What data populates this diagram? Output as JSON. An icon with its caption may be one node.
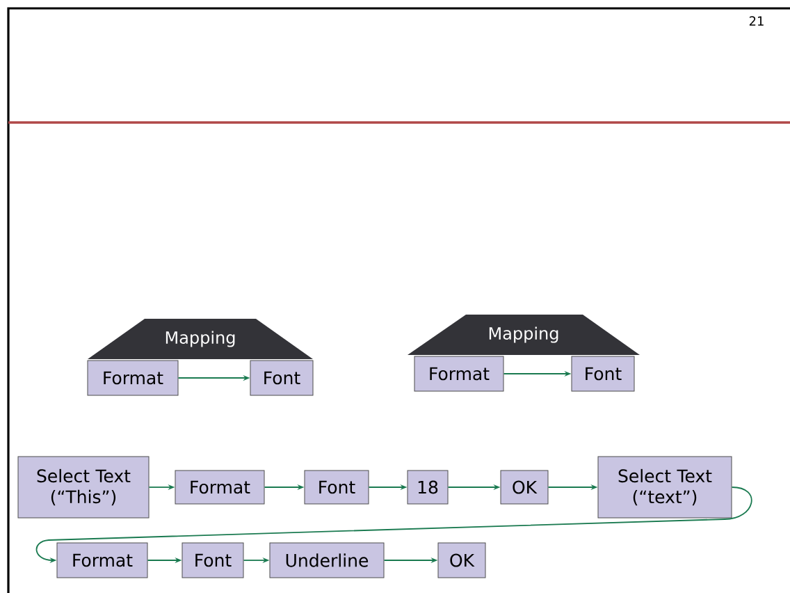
{
  "diagram": {
    "nodes": [
      {
        "text": [
          "Mapping"
        ]
      },
      {
        "text": [
          "Format"
        ]
      },
      {
        "text": [
          "Font"
        ]
      },
      {
        "text": [
          "Mapping"
        ]
      },
      {
        "text": [
          "Format"
        ]
      },
      {
        "text": [
          "Font"
        ]
      },
      {
        "text": [
          "Select Text (“This”)"
        ]
      },
      {
        "text": [
          "Format"
        ]
      },
      {
        "text": [
          "Font"
        ]
      },
      {
        "text": [
          "18"
        ]
      },
      {
        "text": [
          "OK"
        ]
      },
      {
        "text": [
          "Select Text (“text”)"
        ]
      },
      {
        "text": [
          "Format"
        ]
      },
      {
        "text": [
          "Font"
        ]
      },
      {
        "text": [
          "Underline"
        ]
      },
      {
        "text": [
          "OK"
        ]
      }
    ],
    "edges": [
      {
        "from": 1,
        "to": 2,
        "arrow": "to"
      },
      {
        "from": 4,
        "to": 5,
        "arrow": "to"
      },
      {
        "from": 6,
        "to": 7,
        "arrow": "to"
      },
      {
        "from": 7,
        "to": 8,
        "arrow": "to"
      },
      {
        "from": 8,
        "to": 9,
        "arrow": "to"
      },
      {
        "from": 9,
        "to": 10,
        "arrow": "to"
      },
      {
        "from": 10,
        "to": 11,
        "arrow": "to"
      },
      {
        "from": 11,
        "to": 12,
        "arrow": "to"
      },
      {
        "from": 12,
        "to": 13,
        "arrow": "to"
      },
      {
        "from": 13,
        "to": 14,
        "arrow": "to"
      },
      {
        "from": 14,
        "to": 15,
        "arrow": "to"
      }
    ],
    "labels": [
      "21"
    ]
  }
}
